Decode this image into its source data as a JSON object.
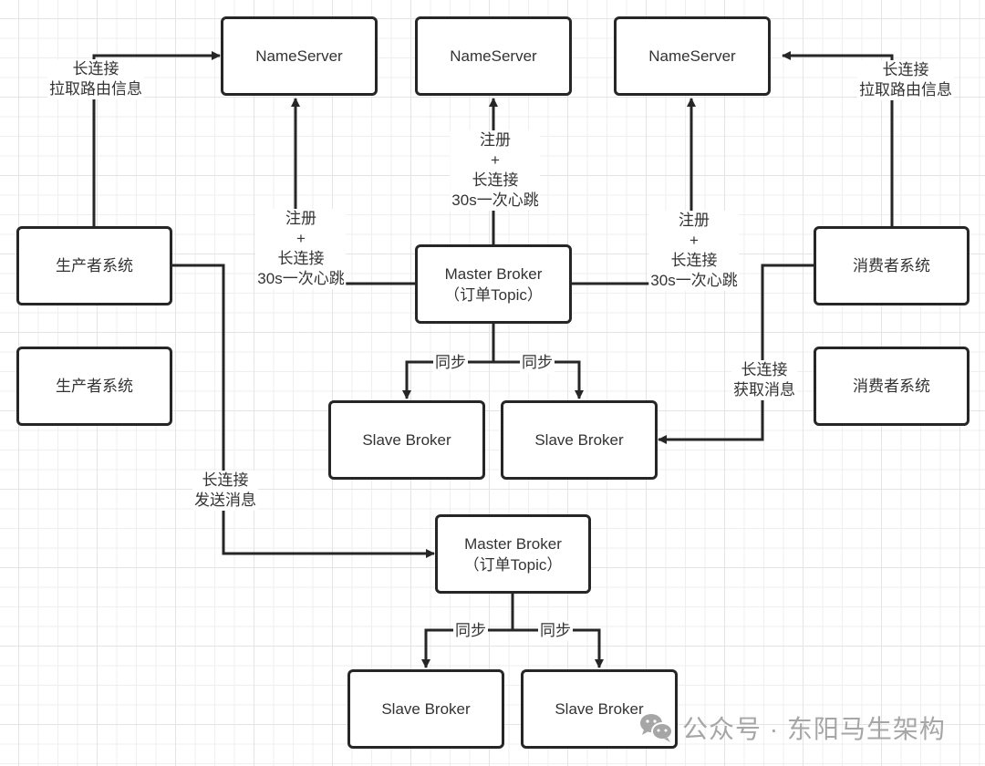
{
  "diagram": {
    "title": "RocketMQ architecture",
    "nodes": {
      "nameserver_1": "NameServer",
      "nameserver_2": "NameServer",
      "nameserver_3": "NameServer",
      "producer_1": "生产者系统",
      "producer_2": "生产者系统",
      "consumer_1": "消费者系统",
      "consumer_2": "消费者系统",
      "master_1": {
        "line1": "Master Broker",
        "line2": "（订单Topic）"
      },
      "master_2": {
        "line1": "Master Broker",
        "line2": "（订单Topic）"
      },
      "slave_1": "Slave Broker",
      "slave_2": "Slave Broker",
      "slave_3": "Slave Broker",
      "slave_4": "Slave Broker"
    },
    "edge_labels": {
      "producer_route": {
        "line1": "长连接",
        "line2": "拉取路由信息"
      },
      "consumer_route": {
        "line1": "长连接",
        "line2": "拉取路由信息"
      },
      "register_left": {
        "line1": "注册",
        "line2": "+",
        "line3": "长连接",
        "line4": "30s一次心跳"
      },
      "register_mid": {
        "line1": "注册",
        "line2": "+",
        "line3": "长连接",
        "line4": "30s一次心跳"
      },
      "register_right": {
        "line1": "注册",
        "line2": "+",
        "line3": "长连接",
        "line4": "30s一次心跳"
      },
      "consumer_fetch": {
        "line1": "长连接",
        "line2": "获取消息"
      },
      "producer_send": {
        "line1": "长连接",
        "line2": "发送消息"
      },
      "sync": "同步"
    },
    "edges": [
      {
        "from": "producer_1",
        "to": "nameserver_1",
        "label": "producer_route"
      },
      {
        "from": "master_1",
        "to": "nameserver_1",
        "label": "register_left"
      },
      {
        "from": "master_1",
        "to": "nameserver_2",
        "label": "register_mid"
      },
      {
        "from": "master_1",
        "to": "nameserver_3",
        "label": "register_right"
      },
      {
        "from": "consumer_1",
        "to": "nameserver_3",
        "label": "consumer_route"
      },
      {
        "from": "master_1",
        "to": "slave_1",
        "label": "sync"
      },
      {
        "from": "master_1",
        "to": "slave_2",
        "label": "sync"
      },
      {
        "from": "consumer_1",
        "to": "slave_2",
        "label": "consumer_fetch"
      },
      {
        "from": "producer_1",
        "to": "master_2",
        "label": "producer_send"
      },
      {
        "from": "master_2",
        "to": "slave_3",
        "label": "sync"
      },
      {
        "from": "master_2",
        "to": "slave_4",
        "label": "sync"
      }
    ],
    "colors": {
      "stroke": "#262626",
      "text": "#333333",
      "watermark": "#a6a6a6"
    }
  },
  "watermark": {
    "text": "公众号 · 东阳马生架构",
    "icon": "wechat-icon"
  }
}
